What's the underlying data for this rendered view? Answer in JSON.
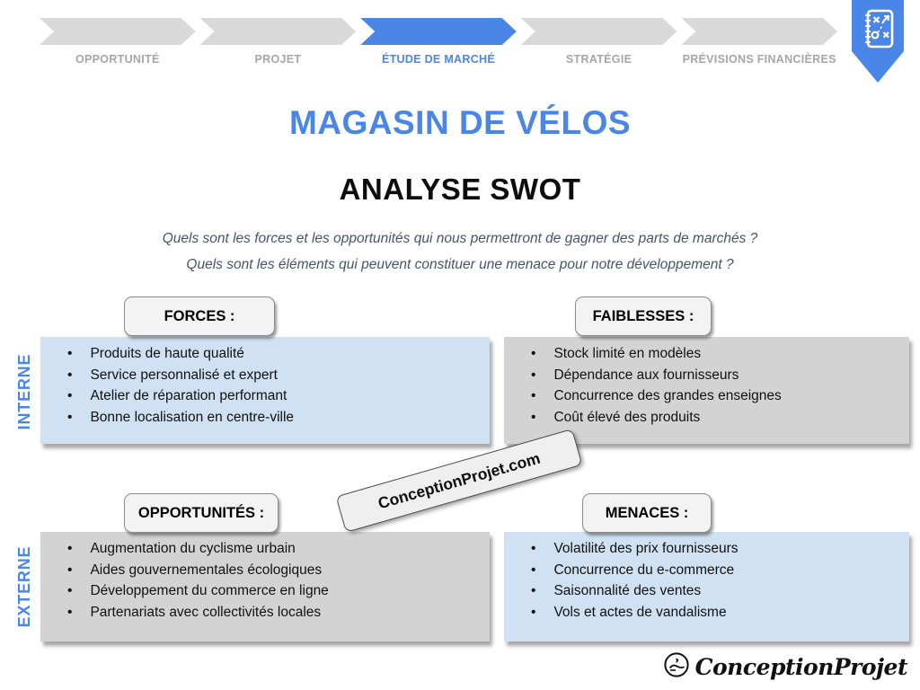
{
  "stepper": {
    "active_index": 2,
    "steps": [
      {
        "label": "OPPORTUNITÉ"
      },
      {
        "label": "PROJET"
      },
      {
        "label": "ÉTUDE DE MARCHÉ"
      },
      {
        "label": "STRATÉGIE"
      },
      {
        "label": "PRÉVISIONS FINANCIÈRES"
      }
    ]
  },
  "header_badge": {
    "icon": "strategy-playbook-icon"
  },
  "titles": {
    "main": "MAGASIN DE VÉLOS",
    "section": "ANALYSE SWOT"
  },
  "questions": [
    "Quels sont les forces et les opportunités qui nous permettront de gagner des parts de marchés ?",
    "Quels sont les éléments qui peuvent constituer une menace pour notre développement ?"
  ],
  "axes": {
    "internal": "INTERNE",
    "external": "EXTERNE"
  },
  "quadrants": [
    {
      "title": "FORCES :",
      "tone": "blue",
      "items": [
        "Produits de haute qualité",
        "Service personnalisé et expert",
        "Atelier de réparation performant",
        "Bonne localisation en centre-ville"
      ]
    },
    {
      "title": "FAIBLESSES :",
      "tone": "gray",
      "items": [
        "Stock limité en modèles",
        "Dépendance aux fournisseurs",
        "Concurrence des grandes enseignes",
        "Coût élevé des produits"
      ]
    },
    {
      "title": "OPPORTUNITÉS :",
      "tone": "gray",
      "items": [
        "Augmentation du cyclisme urbain",
        "Aides gouvernementales écologiques",
        "Développement du commerce en ligne",
        "Partenariats avec collectivités locales"
      ]
    },
    {
      "title": "MENACES :",
      "tone": "blue",
      "items": [
        "Volatilité des prix fournisseurs",
        "Concurrence du e-commerce",
        "Saisonnalité des ventes",
        "Vols et actes de vandalisme"
      ]
    }
  ],
  "watermark": {
    "text": "ConceptionProjet.com"
  },
  "footer": {
    "brand": "ConceptionProjet",
    "icon": "hand-logo-icon"
  },
  "colors": {
    "accent_blue": "#4a86e8",
    "panel_blue": "#cfe1f2",
    "panel_gray": "#d3d3d3",
    "chevron_gray": "#d9d9d9",
    "inactive_label_gray": "#a6a6a6",
    "question_text": "#44546a"
  }
}
